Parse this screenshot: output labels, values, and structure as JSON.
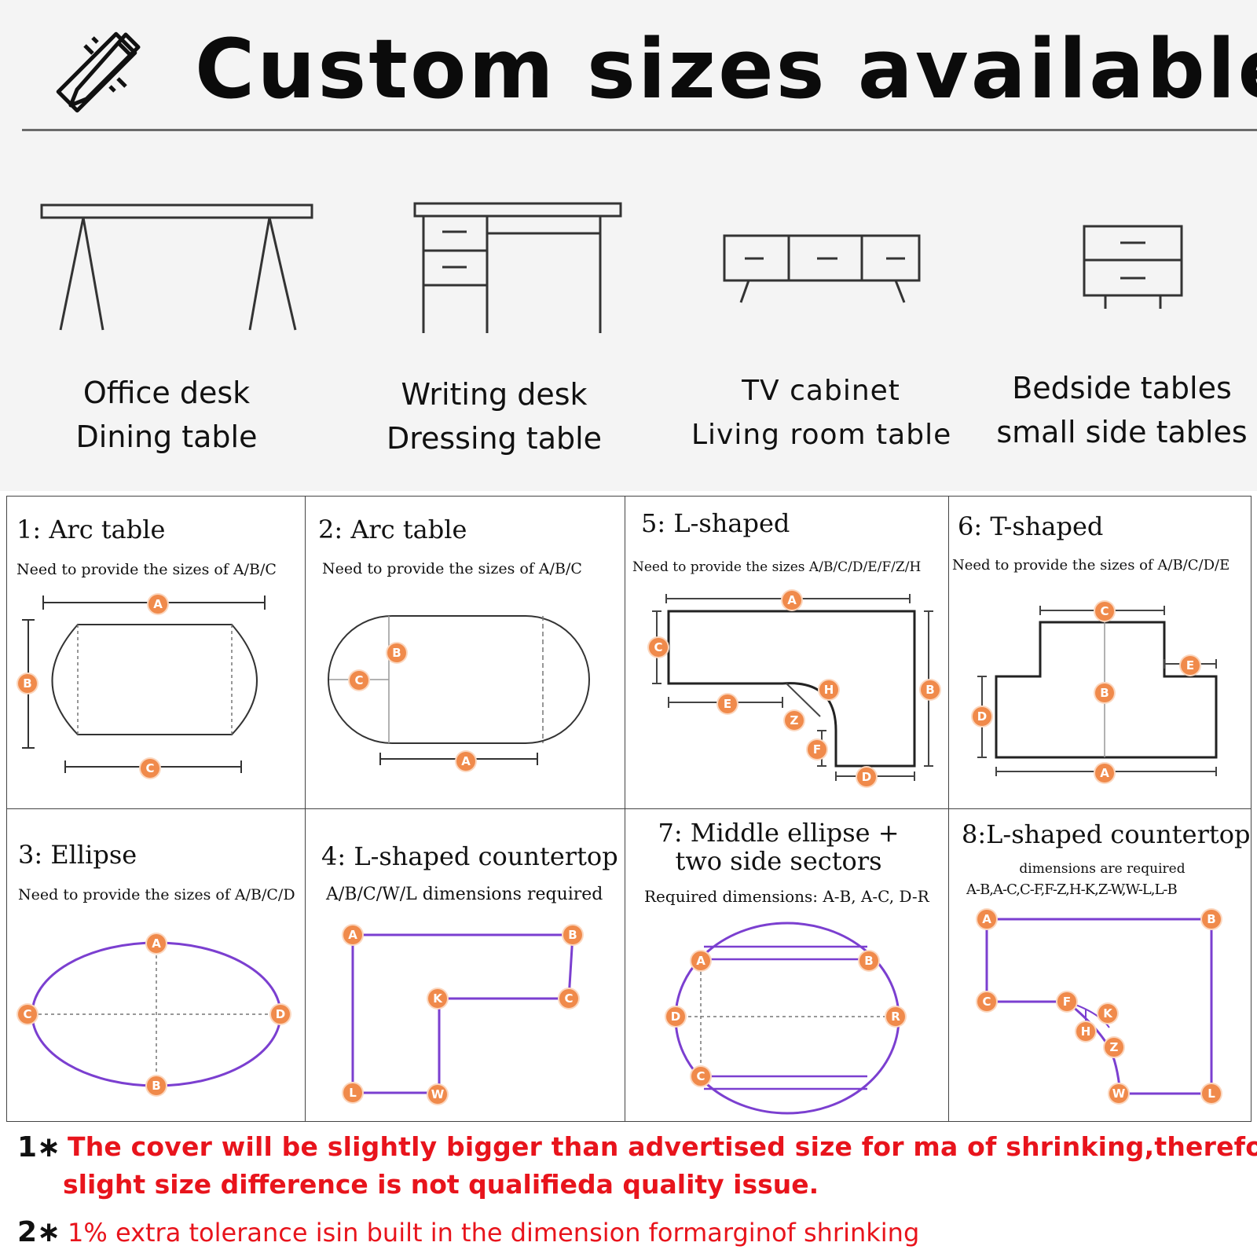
{
  "header": {
    "title": "Custom sizes available",
    "icon": "pencil-ruler-icon"
  },
  "categories": [
    {
      "icon": "office-desk-icon",
      "line1": "Office desk",
      "line2": "Dining table"
    },
    {
      "icon": "writing-desk-icon",
      "line1": "Writing desk",
      "line2": "Dressing table"
    },
    {
      "icon": "tv-cabinet-icon",
      "line1": "TV cabinet",
      "line2": "Living room table"
    },
    {
      "icon": "bedside-table-icon",
      "line1": "Bedside tables",
      "line2": "small side tables"
    }
  ],
  "panels": [
    {
      "title": "1: Arc table",
      "subtitle": "Need to provide the sizes of A/B/C",
      "labels": {
        "a": "A",
        "b": "B",
        "c": "C"
      }
    },
    {
      "title": "2: Arc table",
      "subtitle": "Need to provide the sizes of A/B/C",
      "labels": {
        "a": "A",
        "b": "B",
        "c": "C"
      }
    },
    {
      "title": "5: L-shaped",
      "subtitle": "Need to provide the sizes A/B/C/D/E/F/Z/H",
      "labels": {
        "a": "A",
        "b": "B",
        "c": "C",
        "d": "D",
        "e": "E",
        "f": "F",
        "z": "Z",
        "h": "H"
      }
    },
    {
      "title": "6: T-shaped",
      "subtitle": "Need to provide the sizes of A/B/C/D/E",
      "labels": {
        "a": "A",
        "b": "B",
        "c": "C",
        "d": "D",
        "e": "E"
      }
    },
    {
      "title": "3: Ellipse",
      "subtitle": "Need to provide the sizes of A/B/C/D",
      "labels": {
        "a": "A",
        "b": "B",
        "c": "C",
        "d": "D"
      }
    },
    {
      "title": "4: L-shaped countertop",
      "subtitle": "A/B/C/W/L dimensions required",
      "labels": {
        "a": "A",
        "b": "B",
        "c": "C",
        "k": "K",
        "l": "L",
        "w": "W"
      }
    },
    {
      "title_line1": "7: Middle ellipse +",
      "title_line2": "two side sectors",
      "subtitle": "Required dimensions: A-B, A-C, D-R",
      "labels": {
        "a": "A",
        "b": "B",
        "c": "C",
        "d": "D",
        "r": "R"
      }
    },
    {
      "title": "8:L-shaped countertop",
      "subtitle_line1": "dimensions are required",
      "subtitle_line2": "A-B,A-C,C-F,F-Z,H-K,Z-W,W-L,L-B",
      "labels": {
        "a": "A",
        "b": "B",
        "c": "C",
        "f": "F",
        "k": "K",
        "h": "H",
        "z": "Z",
        "w": "W",
        "l": "L"
      }
    }
  ],
  "notes": [
    {
      "number": "1∗",
      "line1": "The cover will be slightly bigger than advertised size for ma of shrinking,therefore",
      "line2": "slight size difference is not qualifieda quality issue."
    },
    {
      "number": "2∗",
      "line1": "1% extra tolerance isin built in the dimension formarginof shrinking"
    }
  ],
  "colors": {
    "marker": "#f08a4b",
    "outline_purple": "#7b3fd0",
    "note_red": "#e8141c",
    "top_background": "#f4f4f4"
  }
}
